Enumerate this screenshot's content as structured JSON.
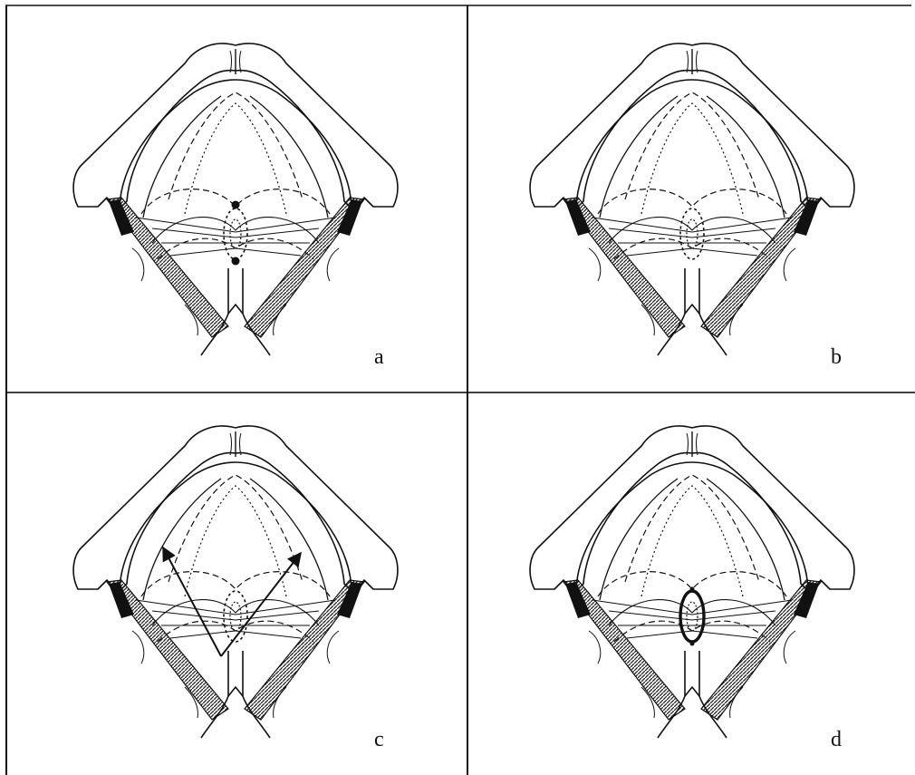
{
  "figure": {
    "panels": [
      {
        "label": "a",
        "variant": "sling-dots"
      },
      {
        "label": "b",
        "variant": "plain"
      },
      {
        "label": "c",
        "variant": "arrows"
      },
      {
        "label": "d",
        "variant": "bold-outline"
      }
    ],
    "colors": {
      "ink": "#111111",
      "background": "#ffffff",
      "hatch": "#222222"
    }
  }
}
